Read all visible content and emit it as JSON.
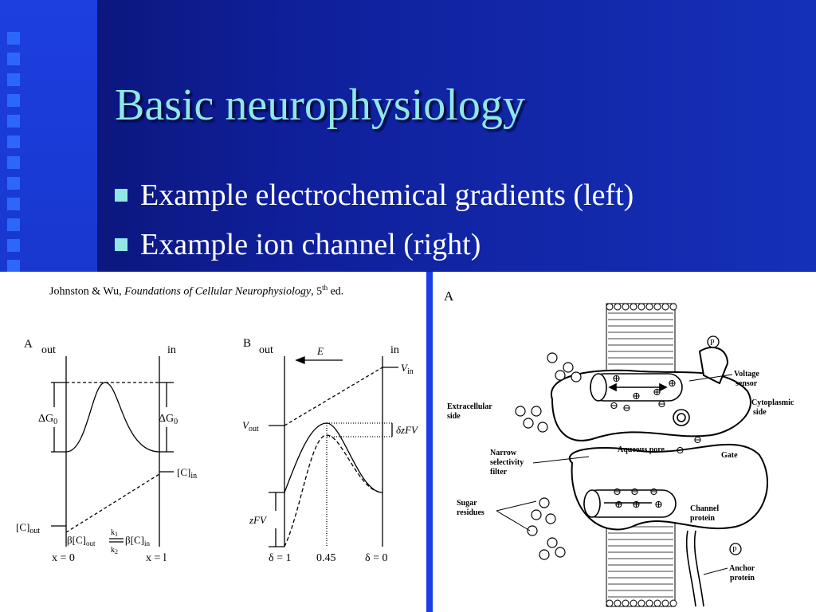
{
  "slide": {
    "title": "Basic neurophysiology",
    "bullets": [
      "Example electrochemical gradients (left)",
      "Example ion channel (right)"
    ]
  },
  "citation": {
    "authors": "Johnston & Wu, ",
    "book": "Foundations of Cellular Neurophysiology",
    "edition_prefix": ", 5",
    "edition_sup": "th",
    "edition_suffix": " ed."
  },
  "figure_a": {
    "panel": "A",
    "out": "out",
    "in": "in",
    "dg_left": "ΔG",
    "dg_sub": "0",
    "dg_right": "ΔG",
    "c_in": "[C]",
    "c_in_sub": "in",
    "c_out": "[C]",
    "c_out_sub": "out",
    "beta_left": "β[C]",
    "beta_left_sub": "out",
    "beta_right": "β[C]",
    "beta_right_sub": "in",
    "k1": "k",
    "k1_sub": "1",
    "k2": "k",
    "k2_sub": "2",
    "x0": "x = 0",
    "xl": "x = l"
  },
  "figure_b": {
    "panel": "B",
    "out": "out",
    "in": "in",
    "e": "E",
    "v_in": "V",
    "v_in_sub": "in",
    "v_out": "V",
    "v_out_sub": "out",
    "dzfv": "δzFV",
    "zfv": "zFV",
    "d1": "δ = 1",
    "d045": "0.45",
    "d0": "δ = 0"
  },
  "figure_channel": {
    "panel": "A",
    "labels": {
      "voltage_sensor": [
        "Voltage",
        "sensor"
      ],
      "extracellular": [
        "Extracellular",
        "side"
      ],
      "cytoplasmic": [
        "Cytoplasmic",
        "side"
      ],
      "aqueous_pore": "Aqueous pore",
      "gate": "Gate",
      "selectivity": [
        "Narrow",
        "selectivity",
        "filter"
      ],
      "sugar": [
        "Sugar",
        "residues"
      ],
      "channel_protein": [
        "Channel",
        "protein"
      ],
      "anchor_protein": [
        "Anchor",
        "protein"
      ],
      "p": "P"
    }
  }
}
